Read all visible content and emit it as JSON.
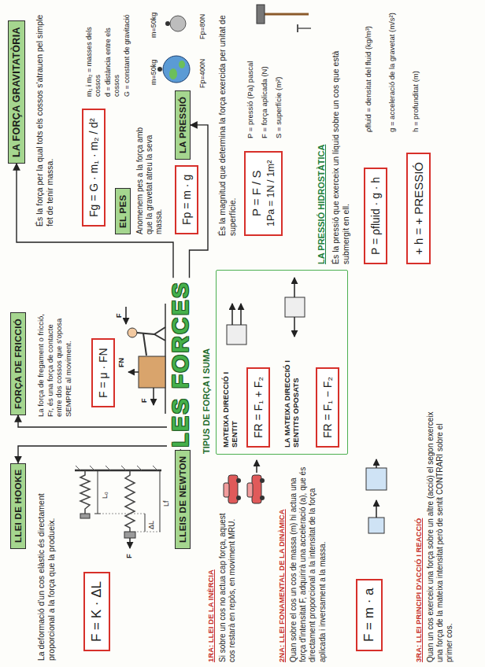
{
  "diagram": {
    "nodes": [
      {
        "text": [
          "LLEI DE HOOKE"
        ]
      },
      {
        "text": [
          "F = K · ΔL"
        ]
      },
      {
        "text": [
          "FORÇA DE FRICCIÓ"
        ]
      },
      {
        "text": [
          "F = μ · FN"
        ]
      },
      {
        "text": [
          "LES FORCES"
        ]
      },
      {
        "text": [
          "LLEIS DE NEWTON"
        ]
      },
      {
        "text": [
          "F = m · a"
        ]
      },
      {
        "text": [
          "TIPUS DE FORÇA I SUMA",
          "MATEIXA DIRECCIÓ I SENTIT",
          "LA MATEIXA DIRECCIÓ I SENTITS OPOSATS"
        ]
      },
      {
        "text": [
          "FR = F₁ + F₂"
        ],
        "in": 7
      },
      {
        "text": [
          "FR = F₁ − F₂"
        ],
        "in": 7
      },
      {
        "text": [
          "LA FORÇA GRAVITATÒRIA"
        ]
      },
      {
        "text": [
          "Fg = G · m₁ · m₂ / d²"
        ]
      },
      {
        "text": [
          "EL PES"
        ]
      },
      {
        "text": [
          "Fp = m · g"
        ]
      },
      {
        "text": [
          "LA PRESSIÓ"
        ]
      },
      {
        "text": [
          "P = F / S",
          "1Pa = 1N / 1m²"
        ]
      },
      {
        "text": [
          "P = ρfluid · g · h"
        ]
      },
      {
        "text": [
          "+ h = + PRESSIÓ"
        ]
      }
    ],
    "edges": [
      {
        "from": 4,
        "to": 0,
        "arrow": "to"
      },
      {
        "from": 4,
        "to": 2,
        "arrow": "to"
      },
      {
        "from": 4,
        "to": 5,
        "arrow": "to"
      },
      {
        "from": 4,
        "to": 10,
        "arrow": "to"
      },
      {
        "from": 4,
        "to": 14,
        "arrow": "to"
      }
    ],
    "labels": [
      "La deformació d'un cos elàstic és directament proporcional a la força que la produeix.",
      "L₀",
      "ΔL",
      "Lf",
      "F",
      "La força de fregament o fricció, Fr, és una força de contacte entre dos cossos que s'oposa SEMPRE al moviment.",
      "FN",
      "F",
      "F",
      "1RA: LLEI DE LA INÈRCIA",
      "Si sobre un cos no actua cap força, aquest cos restarà en repòs, en moviment MRU.",
      "2NA: LLEI FONAMENTAL DE LA DINÀMICA",
      "Quan sobre el cos un cos de massa (m) hi actua una força d'intensitat F, adquirirà una acceleració (a), que és directament proporcional a la intensitat de la força aplicada i inversament a la massa.",
      "3RA: LLEI PRINCIPI D'ACCIÓ I REACCIÓ",
      "Quan un cos exerceix una força sobre un altre (acció) el segon exerceix una força de la mateixa intensitat però de sentit CONTRARI sobre el primer cos.",
      "És la força per la qual tots els cossos s'atrauen pel simple fet de tenir massa.",
      "m₁ i m₂ = masses dels cossos",
      "d = distància entre els cossos",
      "G = constant de gravitació",
      "Anomenem pes a la força amb que la gravetat atreu la seva massa.",
      "m=50kg",
      "m=50kg",
      "Fp=400N",
      "Fp=80N",
      "És la magnitud que determina la força exercida per unitat de superfície.",
      "P = pressió (Pa) pascal",
      "F = força aplicada (N)",
      "S = superfície (m²)",
      "LA PRESSIÓ HIDROSTÀTICA",
      "És la pressió que exerceix un líquid sobre un cos que està submergit en ell.",
      "ρfluid = densitat del fluid (kg/m³)",
      "g = acceleració de la gravetat (m/s²)",
      "h = profunditat (m)"
    ]
  }
}
